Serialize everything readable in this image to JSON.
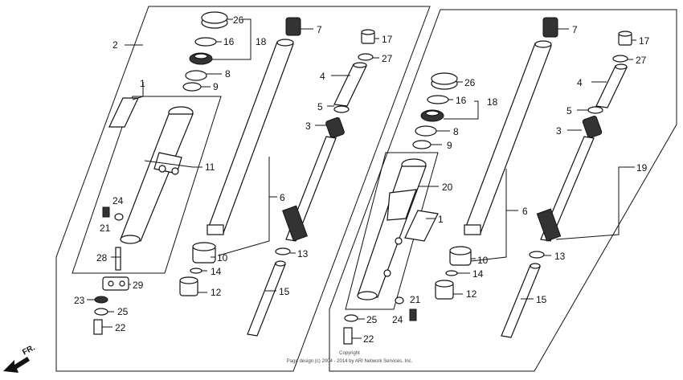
{
  "copyright": {
    "line1": "Copyright",
    "line2": "Page design (c) 2004 - 2014 by ARI Network Services, Inc."
  },
  "direction": "FR.",
  "callouts": [
    "1",
    "2",
    "3",
    "4",
    "5",
    "6",
    "7",
    "8",
    "9",
    "10",
    "11",
    "12",
    "13",
    "14",
    "15",
    "16",
    "17",
    "18",
    "19",
    "20",
    "21",
    "22",
    "23",
    "24",
    "25",
    "26",
    "27",
    "28",
    "29"
  ],
  "labels": {
    "l1": "1",
    "l2": "2",
    "l3": "3",
    "l4": "4",
    "l5": "5",
    "l6": "6",
    "l7": "7",
    "l8": "8",
    "l9": "9",
    "l10": "10",
    "l11": "11",
    "l12": "12",
    "l13": "13",
    "l14": "14",
    "l15": "15",
    "l16": "16",
    "l17": "17",
    "l18": "18",
    "l19": "19",
    "l20": "20",
    "l21": "21",
    "l22": "22",
    "l23": "23",
    "l24": "24",
    "l25": "25",
    "l26": "26",
    "l27": "27",
    "l28": "28",
    "l29": "29"
  }
}
